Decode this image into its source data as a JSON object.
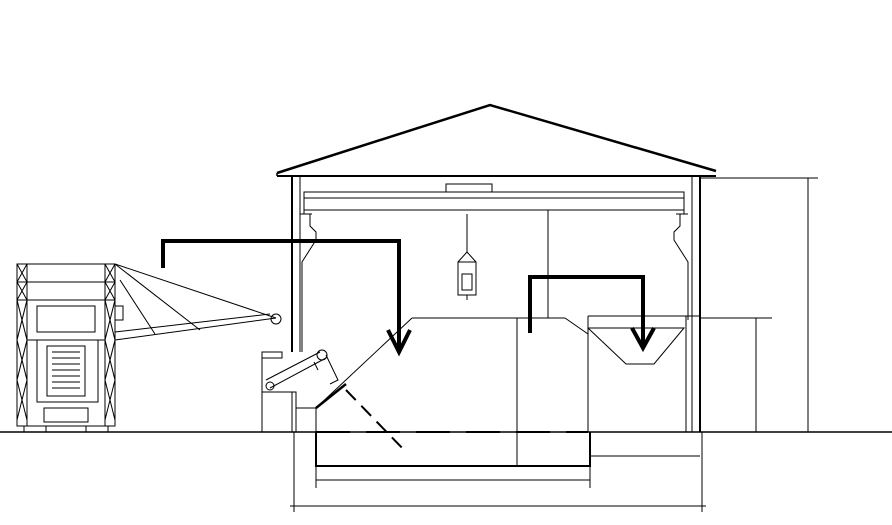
{
  "diagram": {
    "type": "cross-section-drawing",
    "background_color": "#ffffff",
    "line_color": "#000000",
    "text_labels": [],
    "components": [
      "excavator",
      "crane-boom",
      "building-roof",
      "overhead-crane",
      "crane-hook-bucket",
      "hopper",
      "conveyor-grab",
      "underground-pit",
      "material-flow-arrow-1",
      "material-flow-arrow-2",
      "ground-line",
      "dimension-lines"
    ]
  }
}
